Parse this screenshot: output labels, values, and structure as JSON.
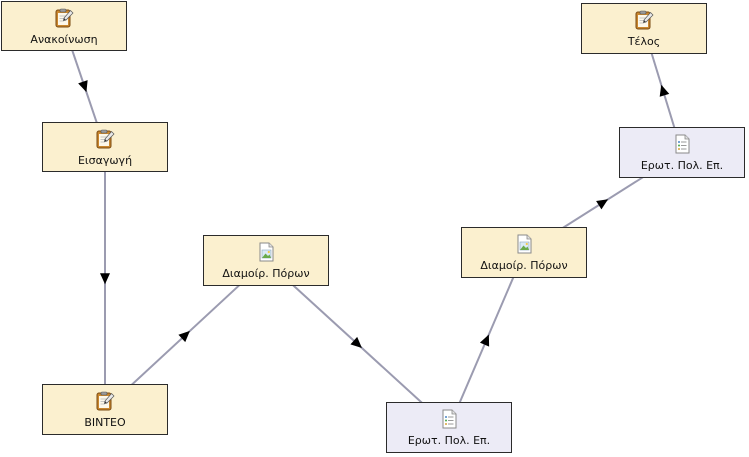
{
  "nodes": {
    "announce": {
      "label": "Ανακοίνωση",
      "icon": "notepad-pencil-icon",
      "kind": "activity"
    },
    "intro": {
      "label": "Εισαγωγή",
      "icon": "notepad-pencil-icon",
      "kind": "activity"
    },
    "video": {
      "label": "ΒΙΝΤΕΟ",
      "icon": "notepad-pencil-icon",
      "kind": "activity"
    },
    "share1": {
      "label": "Διαμοίρ. Πόρων",
      "icon": "image-file-icon",
      "kind": "activity"
    },
    "quiz1": {
      "label": "Ερωτ. Πολ. Επ.",
      "icon": "checklist-icon",
      "kind": "quiz"
    },
    "share2": {
      "label": "Διαμοίρ. Πόρων",
      "icon": "image-file-icon",
      "kind": "activity"
    },
    "quiz2": {
      "label": "Ερωτ. Πολ. Επ.",
      "icon": "checklist-icon",
      "kind": "quiz"
    },
    "end": {
      "label": "Τέλος",
      "icon": "notepad-pencil-icon",
      "kind": "activity"
    }
  },
  "edges": [
    {
      "from": "announce",
      "to": "intro"
    },
    {
      "from": "intro",
      "to": "video"
    },
    {
      "from": "video",
      "to": "share1"
    },
    {
      "from": "share1",
      "to": "quiz1"
    },
    {
      "from": "quiz1",
      "to": "share2"
    },
    {
      "from": "share2",
      "to": "quiz2"
    },
    {
      "from": "quiz2",
      "to": "end"
    }
  ],
  "colors": {
    "activity_fill": "#fbf0cf",
    "quiz_fill": "#ecebf6",
    "edge": "#9b9bb0",
    "arrow": "#000000"
  }
}
